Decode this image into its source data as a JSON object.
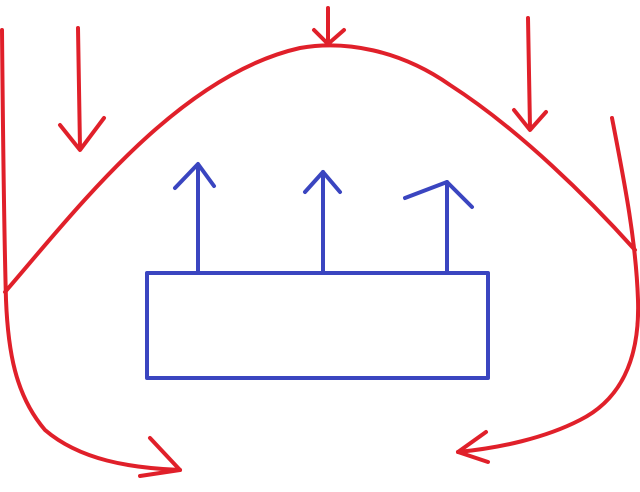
{
  "diagram": {
    "description_free": true,
    "colors": {
      "background": "#ffffff",
      "downward_flow": "#e0202a",
      "upward_flow": "#3a45c0",
      "box_outline": "#3a45c0"
    },
    "elements": {
      "red_arrows_down": 5,
      "blue_arrows_up": 3,
      "boxes": 1,
      "curves": 1
    }
  }
}
